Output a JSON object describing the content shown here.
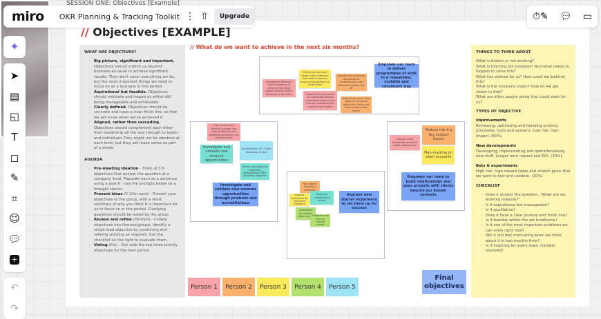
{
  "app": {
    "logo": "miro",
    "board_title": "OKR Planning & Tracking Toolkit",
    "upgrade": "Upgrade",
    "session_label": "SESSION ONE: Objectives [Example]"
  },
  "frame": {
    "title_prefix": "//",
    "title": " Objectives [EXAMPLE]",
    "question": "// What do we want to achieve in the next six months?"
  },
  "left": {
    "heading": "WHAT ARE OBJECTIVES?",
    "items": [
      {
        "b": "Big picture, significant and important.",
        "t": " Objectives should stretch us beyond business-as-usual to achieve significant results. They don't cover everything we do, but the most important things we need to focus on as a business in this period."
      },
      {
        "b": "Aspirational but feasible.",
        "t": " Objectives should motivate and inspire us whilst still being manageable and achievable."
      },
      {
        "b": "Clearly defined.",
        "t": " Objectives should be concrete and have a clear finish line, so that we will know when we've achieved it."
      },
      {
        "b": "Aligned, rather than cascading.",
        "t": " Objectives should complement each other from leadership all the way through to teams and individuals They might not be identical at each level, but they will make sense as part of a whole."
      }
    ],
    "agenda_heading": "AGENDA",
    "agenda": [
      {
        "b": "Pre-meeting ideation",
        "i": "",
        "t": " - Think of 3-5 objectives that answer the question at a company level. Populate each as a sentence using a post-it - use the prompts below as a thought starter."
      },
      {
        "b": "Present ideas",
        "i": " (5-10m each)",
        "t": " - Present your objectives to the group, with a short summary of why you think it is important for us to focus on in this period. Clarifying questions should be asked by the group."
      },
      {
        "b": "Review and refine",
        "i": " (30-45m)",
        "t": " - Collate objectives into themes/groups. Identify a single lead objective by combining and refining wording as required. Use the checklist on the right to evaluate them."
      },
      {
        "b": "Voting",
        "i": " (5m)",
        "t": " - Dot vote the top three priority objectives for the next period."
      }
    ]
  },
  "right": {
    "heading": "THINGS TO THINK ABOUT",
    "questions": [
      "What is broken or not working?",
      "What is blocking our progress? And what needs to happen to solve this?",
      "What has worked for us? How could we build on this?",
      "What is the company vision? How do we get closer to that?",
      "What are other people doing that could work for us?"
    ],
    "types_heading": "TYPES OF OBJECTIVE",
    "types": [
      {
        "name": "Improvements",
        "desc": "Reviewing, optimising and iterating existing processes, tools and systems. Low risk, high impact. (60%)"
      },
      {
        "name": "New developments",
        "desc": "Developing, implementing and operationalising new stuff. Longer term impact and ROI. (30%)"
      },
      {
        "name": "Bets & experiments",
        "desc": "High risk, high reward ideas and stretch goals that we want to test and validate. (10%)"
      }
    ],
    "checklist_heading": "CHECKLIST",
    "checklist": [
      "Does it answer the question, \"What are we working towards?\"",
      "Is it aspirational but manageable?",
      "Is it qualitative?",
      "Does it have a clear journey and finish line?",
      "Is it feasible within the set timeframe?",
      "Is it one of the most important problems we can solve right now?",
      "Will it still feel motivating when we think about it in two months time?",
      "Is it inspiring for every team member involved?"
    ]
  },
  "stickies": {
    "g1": [
      "Improve the efficiency and consistency of delivery from initial project scoping to final handover to the client",
      "Effectively track and assign roles of delivery from sales to delivery across all disciplines in a single place",
      "Simplify and systemise the process of reviewing work with clients and getting sign off",
      "Organise the documents and processes through project planning to make sure we understand the scope of each project",
      "Reduce the admin time spent on preparing reports for clients and internal teams each month",
      "Empower our team to deliver programmes of work in a repeatable, scalable and consistent way"
    ],
    "g2": [
      "Grow revenue and diversify through new product offerings and additional services to our existing clients",
      "Investigate and validate new revenue opportunities",
      "Accreditation: ISO, Cyber Essentials, B Corp",
      "Holistic workshops for leadership, retrospectives, NPS, discovery programs",
      "Investigate and validate new revenue opportunities through products and accreditations"
    ],
    "g3": [
      "New starter schedule / timetable",
      "Improve experience for new team members",
      "Employee onboarding & comms",
      "Understand the starters team quickly",
      "Introduce new hires to internal culture",
      "Improve new starter experience to set them up for success"
    ],
    "g4": [
      "Improve client satisfaction and build better relationships",
      "Reduce risk if a key contact leaves",
      "Man-marking on client accounts",
      "Empower our team to build relationships and open projects with clients beyond our known contacts"
    ]
  },
  "people": [
    "Person 1",
    "Person 2",
    "Person 3",
    "Person 4",
    "Person 5"
  ],
  "final": "Final objectives"
}
